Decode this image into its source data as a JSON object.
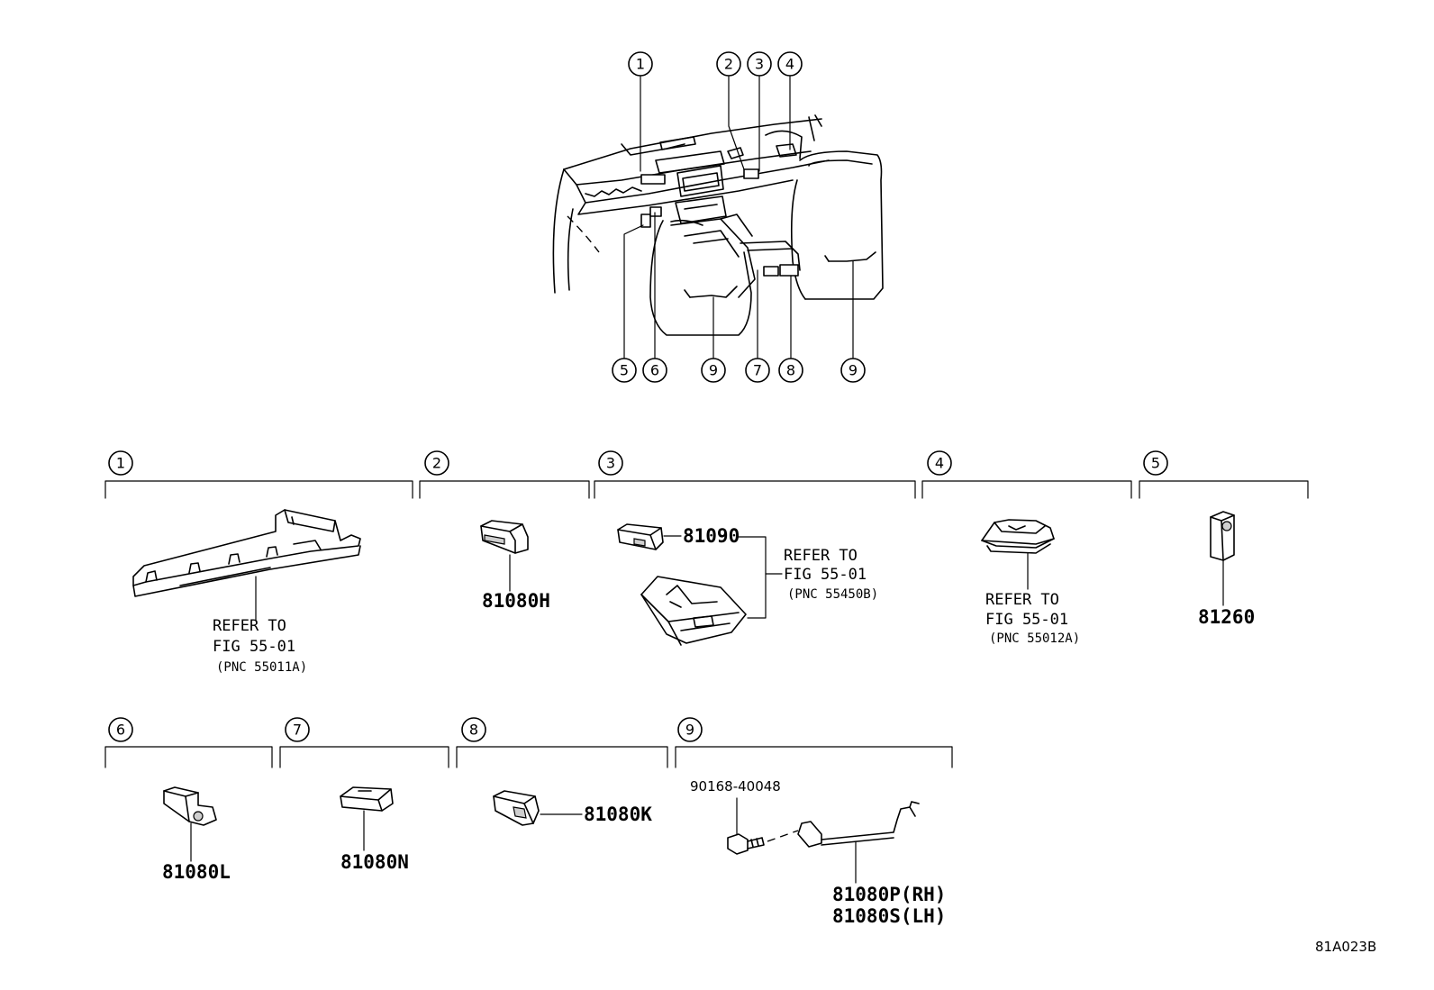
{
  "callouts": {
    "c1": "1",
    "c2": "2",
    "c3": "3",
    "c4": "4",
    "c5": "5",
    "c6": "6",
    "c7": "7",
    "c8": "8",
    "c9": "9"
  },
  "sections": {
    "s1": {
      "number": "1",
      "ref_line1": "REFER TO",
      "ref_line2": "FIG 55-01",
      "ref_line3": "(PNC 55011A)"
    },
    "s2": {
      "number": "2",
      "part": "81080H"
    },
    "s3": {
      "number": "3",
      "part": "81090",
      "ref_line1": "REFER TO",
      "ref_line2": "FIG 55-01",
      "ref_line3": "(PNC 55450B)"
    },
    "s4": {
      "number": "4",
      "ref_line1": "REFER TO",
      "ref_line2": "FIG 55-01",
      "ref_line3": "(PNC 55012A)"
    },
    "s5": {
      "number": "5",
      "part": "81260"
    },
    "s6": {
      "number": "6",
      "part": "81080L"
    },
    "s7": {
      "number": "7",
      "part": "81080N"
    },
    "s8": {
      "number": "8",
      "part": "81080K"
    },
    "s9": {
      "number": "9",
      "bolt": "90168-40048",
      "part_rh": "81080P(RH)",
      "part_lh": "81080S(LH)"
    }
  },
  "illustration_code": "81A023B"
}
